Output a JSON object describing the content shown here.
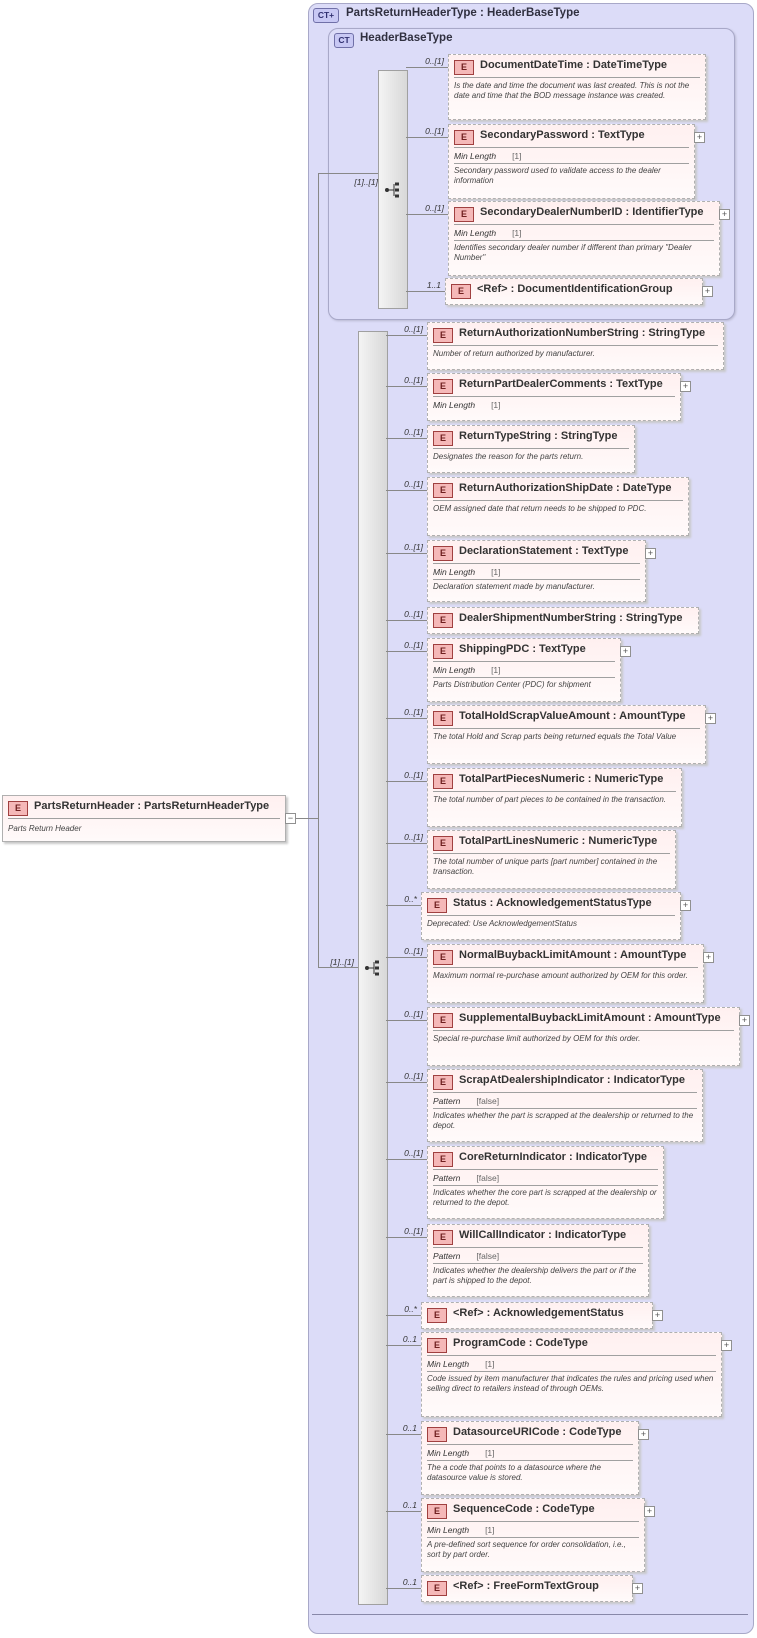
{
  "badges": {
    "ct": "CT",
    "ct_plus": "CT+",
    "e": "E"
  },
  "complex_type": {
    "label": "PartsReturnHeaderType : HeaderBaseType"
  },
  "base_type": {
    "label": "HeaderBaseType"
  },
  "root_element": {
    "label": "PartsReturnHeader : PartsReturnHeaderType",
    "doc": "Parts Return Header"
  },
  "sequence_multiplicity": {
    "inner": "[1]..[1]",
    "outer": "[1]..[1]"
  },
  "minus_sign": "−",
  "plus_sign": "+",
  "header_elements": [
    {
      "label": "DocumentDateTime : DateTimeType",
      "mult": "0..[1]",
      "doc": "Is the date and time the document was last created. This is not the date and time that the BOD message instance was created."
    },
    {
      "label": "SecondaryPassword : TextType",
      "mult": "0..[1]",
      "facet": "Min Length",
      "facet_value": "[1]",
      "doc": "Secondary password used to validate access to the dealer information"
    },
    {
      "label": "SecondaryDealerNumberID : IdentifierType",
      "mult": "0..[1]",
      "facet": "Min Length",
      "facet_value": "[1]",
      "doc": "Identifies secondary dealer number if different than primary \"Dealer Number\""
    },
    {
      "label": "<Ref>     : DocumentIdentificationGroup",
      "mult": "1..1"
    }
  ],
  "elements": [
    {
      "label": "ReturnAuthorizationNumberString : StringType",
      "mult": "0..[1]",
      "doc": "Number of return authorized by manufacturer."
    },
    {
      "label": "ReturnPartDealerComments : TextType",
      "mult": "0..[1]",
      "facet": "Min Length",
      "facet_value": "[1]"
    },
    {
      "label": "ReturnTypeString : StringType",
      "mult": "0..[1]",
      "doc": "Designates the reason for the parts return."
    },
    {
      "label": "ReturnAuthorizationShipDate : DateType",
      "mult": "0..[1]",
      "doc": "OEM assigned date that return needs to be shipped to PDC."
    },
    {
      "label": "DeclarationStatement : TextType",
      "mult": "0..[1]",
      "facet": "Min Length",
      "facet_value": "[1]",
      "doc": "Declaration statement made by manufacturer."
    },
    {
      "label": "DealerShipmentNumberString : StringType",
      "mult": "0..[1]"
    },
    {
      "label": "ShippingPDC : TextType",
      "mult": "0..[1]",
      "facet": "Min Length",
      "facet_value": "[1]",
      "doc": "Parts Distribution Center (PDC) for shipment"
    },
    {
      "label": "TotalHoldScrapValueAmount : AmountType",
      "mult": "0..[1]",
      "doc": "The total Hold and Scrap parts being returned equals the Total Value"
    },
    {
      "label": "TotalPartPiecesNumeric : NumericType",
      "mult": "0..[1]",
      "doc": "The total number of part pieces to be contained in the transaction."
    },
    {
      "label": "TotalPartLinesNumeric : NumericType",
      "mult": "0..[1]",
      "doc": "The total number of unique parts [part number] contained in the transaction."
    },
    {
      "label": "Status     : AcknowledgementStatusType",
      "mult": "0..*",
      "doc": "Deprecated: Use AcknowledgementStatus"
    },
    {
      "label": "NormalBuybackLimitAmount : AmountType",
      "mult": "0..[1]",
      "doc": "Maximum normal re-purchase amount authorized by OEM for this order."
    },
    {
      "label": "SupplementalBuybackLimitAmount : AmountType",
      "mult": "0..[1]",
      "doc": "Special re-purchase limit authorized by OEM for this order."
    },
    {
      "label": "ScrapAtDealershipIndicator : IndicatorType",
      "mult": "0..[1]",
      "facet": "Pattern",
      "facet_value": "[false]",
      "doc": "Indicates whether the part is scrapped at the dealership or returned to the depot."
    },
    {
      "label": "CoreReturnIndicator : IndicatorType",
      "mult": "0..[1]",
      "facet": "Pattern",
      "facet_value": "[false]",
      "doc": "Indicates whether the core part is scrapped at the dealership or returned to the depot."
    },
    {
      "label": "WillCallIndicator : IndicatorType",
      "mult": "0..[1]",
      "facet": "Pattern",
      "facet_value": "[false]",
      "doc": "Indicates whether the dealership delivers the part or if the part is shipped to the depot."
    },
    {
      "label": "<Ref>     : AcknowledgementStatus",
      "mult": "0..*"
    },
    {
      "label": "ProgramCode : CodeType",
      "mult": "0..1",
      "facet": "Min Length",
      "facet_value": "[1]",
      "doc": "Code issued by item manufacturer that indicates the rules and pricing used when selling direct to retailers instead of through OEMs."
    },
    {
      "label": "DatasourceURICode : CodeType",
      "mult": "0..1",
      "facet": "Min Length",
      "facet_value": "[1]",
      "doc": "The a code that points to a datasource where the datasource value is stored."
    },
    {
      "label": "SequenceCode : CodeType",
      "mult": "0..1",
      "facet": "Min Length",
      "facet_value": "[1]",
      "doc": "A pre-defined sort sequence for order consolidation, i.e., sort by part order."
    },
    {
      "label": "<Ref>     : FreeFormTextGroup",
      "mult": "0..1"
    }
  ]
}
